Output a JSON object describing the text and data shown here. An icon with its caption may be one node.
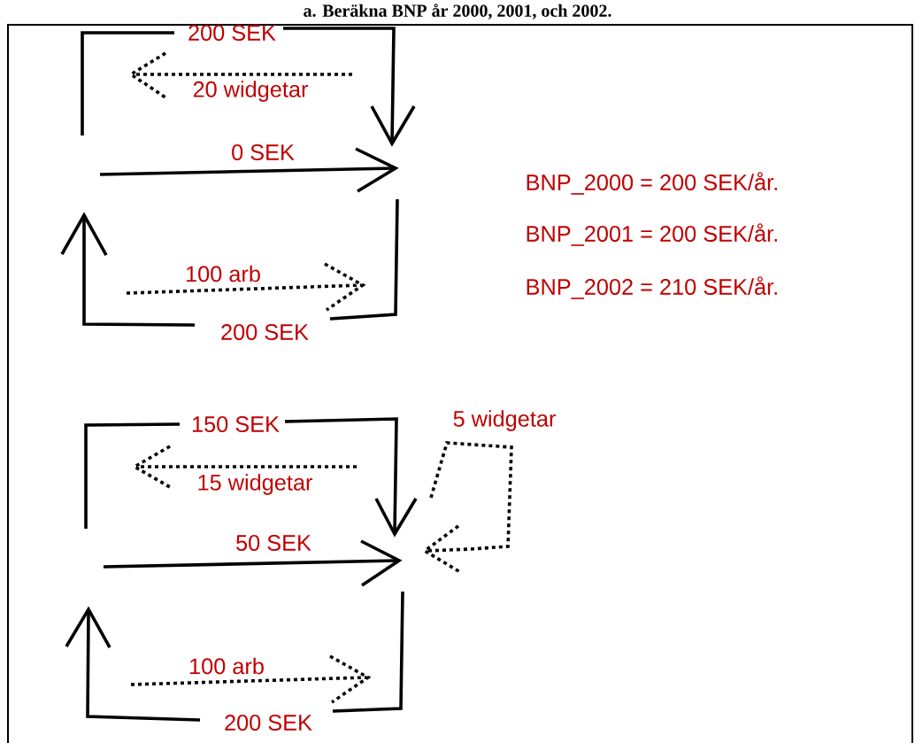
{
  "diagram": {
    "title": "a. Beräkna BNP år 2000, 2001, och 2002.",
    "labels": [
      "200 SEK",
      "20 widgetar",
      "0 SEK",
      "BNP_2000 = 200 SEK/år.",
      "BNP_2001 = 200 SEK/år.",
      "100 arb",
      "BNP_2002 = 210 SEK/år.",
      "200 SEK",
      "150 SEK",
      "5 widgetar",
      "15 widgetar",
      "50 SEK",
      "100 arb",
      "200 SEK"
    ]
  }
}
